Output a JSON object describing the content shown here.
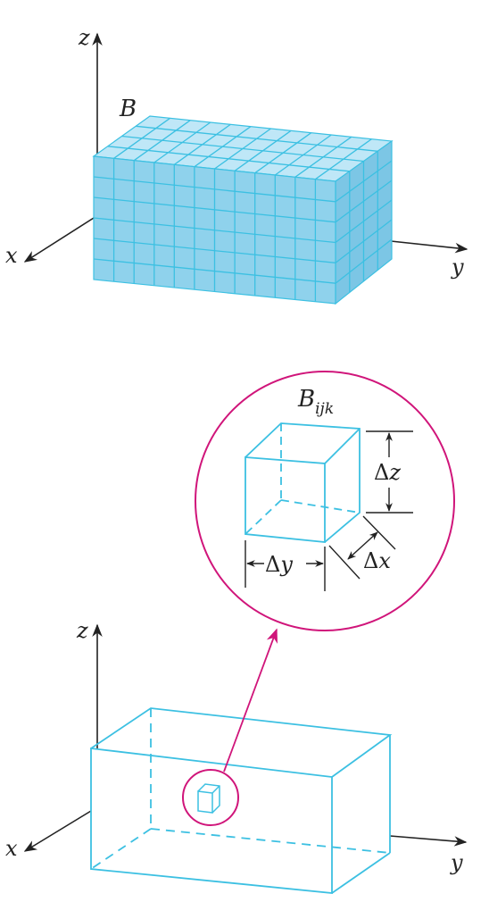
{
  "top_figure": {
    "axis_x": "x",
    "axis_y": "y",
    "axis_z": "z",
    "box_label": "B",
    "grid": {
      "front_cols": 12,
      "rows": 6,
      "side_cols": 4
    }
  },
  "bottom_figure": {
    "axis_x": "x",
    "axis_y": "y",
    "axis_z": "z",
    "cell_label_main": "B",
    "cell_label_sub": "ijk",
    "delta_symbol": "Δ",
    "dx_var": "x",
    "dy_var": "y",
    "dz_var": "z"
  },
  "colors": {
    "cyan": "#3cc0e2",
    "cube_front": "#8fd2ec",
    "cube_top": "#bfe7f7",
    "cube_side": "#7cc6e5",
    "magenta": "#d0157a",
    "axis": "#222222"
  }
}
